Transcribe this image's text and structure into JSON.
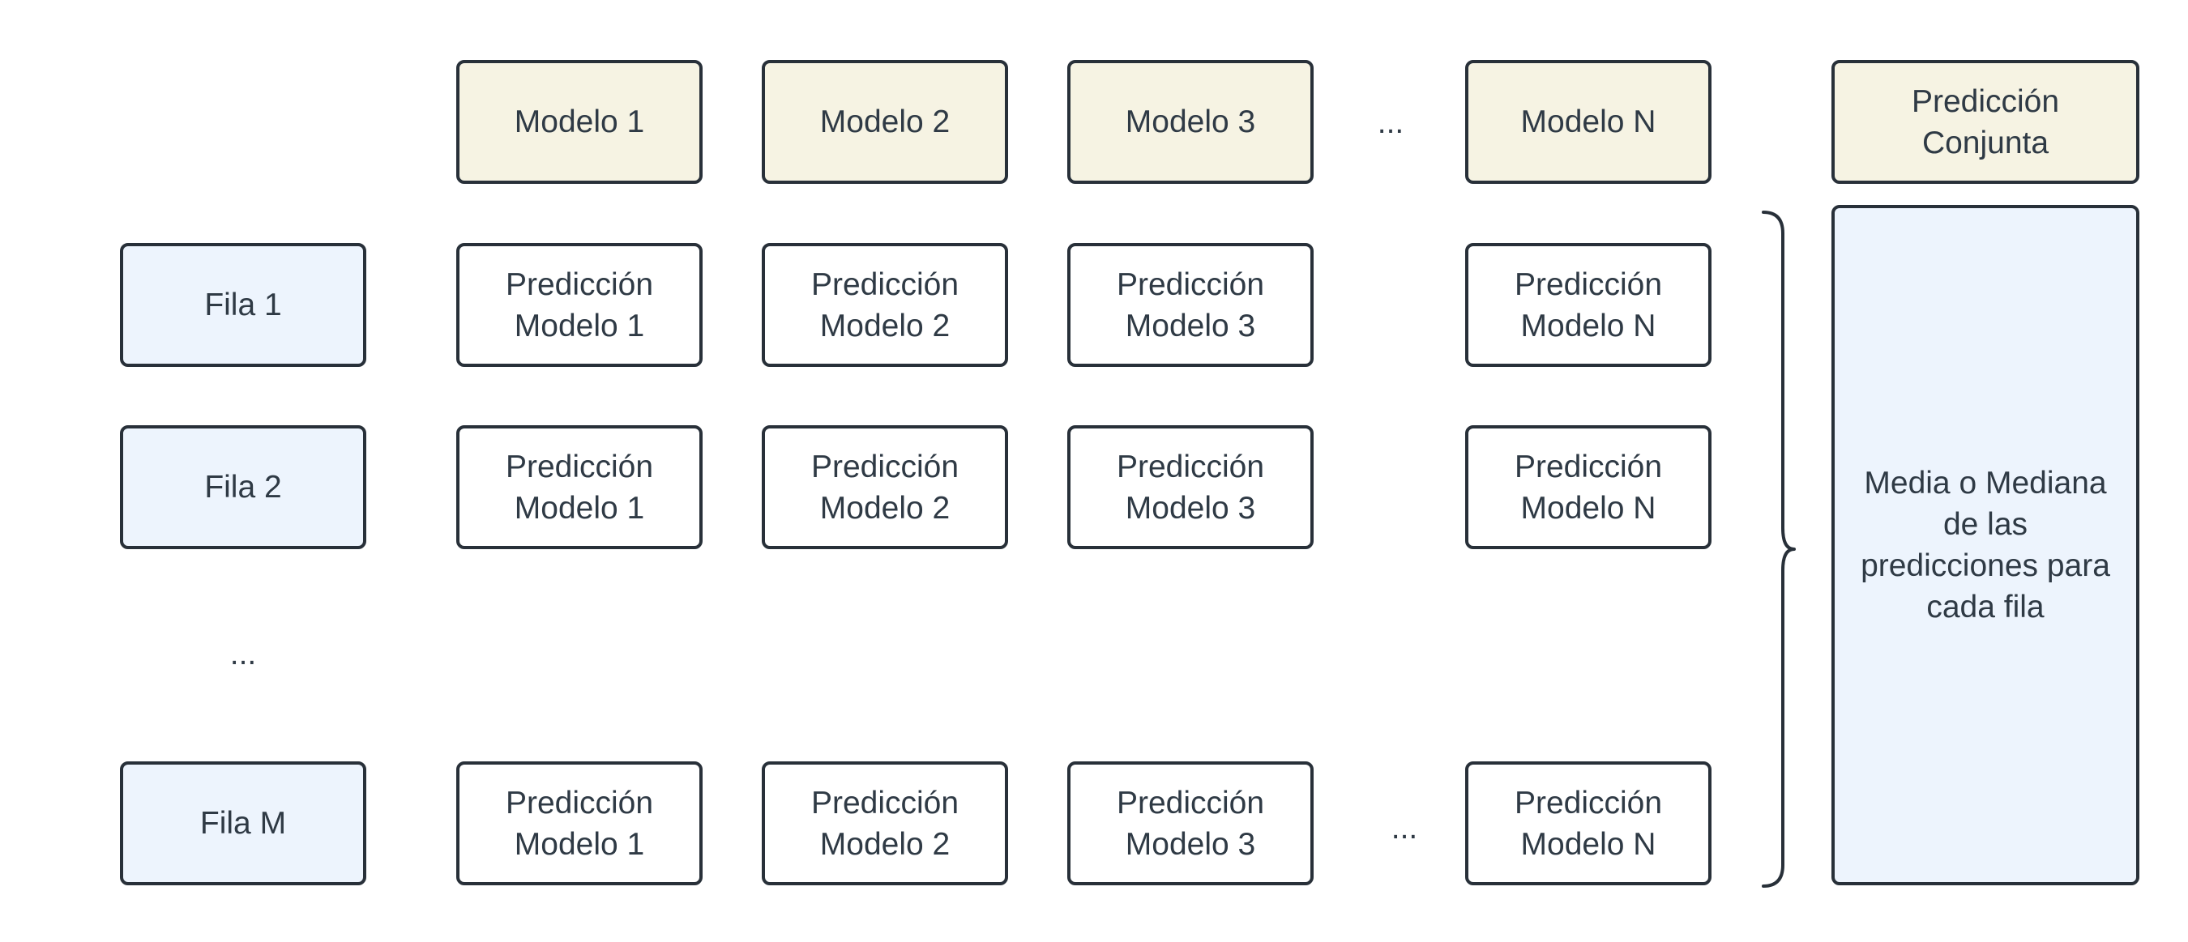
{
  "models": [
    {
      "label": "Modelo 1"
    },
    {
      "label": "Modelo 2"
    },
    {
      "label": "Modelo 3"
    },
    {
      "label": "Modelo N"
    }
  ],
  "header_ellipsis": "...",
  "joint_header": "Predicción\nConjunta",
  "rows": [
    {
      "label": "Fila 1",
      "predictions": [
        "Predicción\nModelo 1",
        "Predicción\nModelo 2",
        "Predicción\nModelo 3",
        "Predicción\nModelo N"
      ]
    },
    {
      "label": "Fila 2",
      "predictions": [
        "Predicción\nModelo 1",
        "Predicción\nModelo 2",
        "Predicción\nModelo 3",
        "Predicción\nModelo N"
      ]
    },
    {
      "label": "Fila M",
      "predictions": [
        "Predicción\nModelo 1",
        "Predicción\nModelo 2",
        "Predicción\nModelo 3",
        "Predicción\nModelo N"
      ]
    }
  ],
  "rows_ellipsis": "...",
  "last_row_ellipsis": "...",
  "result_text": "Media o Mediana\nde las\npredicciones para\ncada fila",
  "colors": {
    "model_fill": "#f6f3e3",
    "row_fill": "#edf4fd",
    "prediction_fill": "#ffffff",
    "border": "#283039",
    "text": "#2f3a45"
  }
}
